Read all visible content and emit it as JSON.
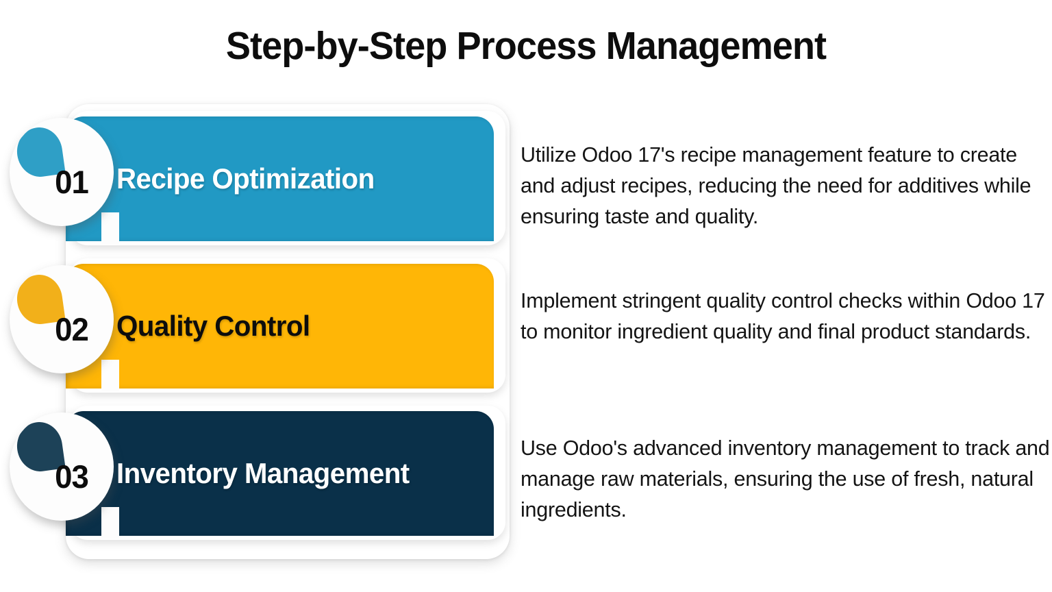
{
  "page": {
    "title": "Step-by-Step Process Management",
    "background_color": "#FFFFFF"
  },
  "steps": [
    {
      "number": "01",
      "title": "Recipe Optimization",
      "description": "Utilize Odoo 17's recipe management feature to create and adjust recipes, reducing the need for additives while ensuring taste and quality.",
      "card_color": "#2199C4",
      "petal_color": "#2F9FC6",
      "title_color": "#FFFFFF",
      "number_color": "#0D0D0D"
    },
    {
      "number": "02",
      "title": "Quality Control",
      "description": "Implement stringent quality control checks within Odoo 17 to monitor ingredient quality and final product standards.",
      "card_color": "#FFB606",
      "petal_color": "#F2B01A",
      "title_color": "#0D0D0D",
      "number_color": "#0D0D0D"
    },
    {
      "number": "03",
      "title": "Inventory Management",
      "description": "Use Odoo's advanced inventory management to track and manage raw materials, ensuring the use of fresh, natural ingredients.",
      "card_color": "#0A3049",
      "petal_color": "#1D4258",
      "title_color": "#FFFFFF",
      "number_color": "#0D0D0D"
    }
  ]
}
